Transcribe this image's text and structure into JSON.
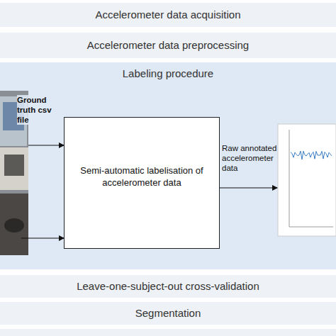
{
  "diagram": {
    "nodes": [
      {
        "text": [
          "Accelerometer data acquisition"
        ]
      },
      {
        "text": [
          "Accelerometer data preprocessing"
        ]
      },
      {
        "text": [
          "Labeling procedure"
        ]
      },
      {
        "text": [
          "Semi-automatic labelisation of accelerometer data"
        ],
        "in": 2
      },
      {
        "text": [
          "Leave-one-subject-out cross-validation"
        ]
      },
      {
        "text": [
          "Segmentation"
        ]
      }
    ],
    "labels": [
      "Ground truth csv file",
      "Raw annotated accelerometer data"
    ]
  }
}
